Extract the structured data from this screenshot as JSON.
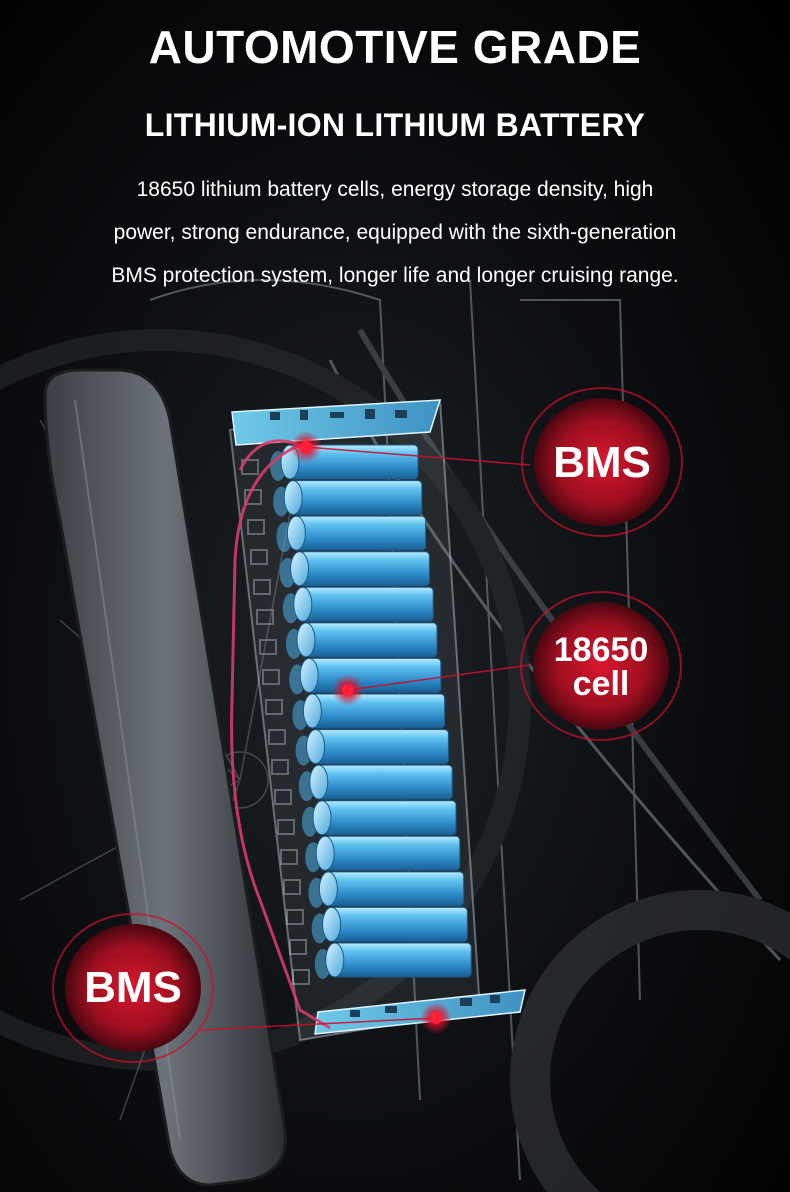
{
  "header": {
    "title": "AUTOMOTIVE GRADE",
    "subtitle": "LITHIUM-ION LITHIUM BATTERY",
    "description_lines": [
      "18650 lithium battery cells, energy storage density, high",
      "power, strong endurance, equipped with the sixth-generation",
      "BMS protection system, longer life and longer cruising range."
    ]
  },
  "callouts": {
    "bms_top": "BMS",
    "cell_line1": "18650",
    "cell_line2": "cell",
    "bms_bottom": "BMS"
  },
  "colors": {
    "background": "#000000",
    "text": "#ffffff",
    "accent_red": "#c8102e",
    "cell_blue": "#3aa0d8",
    "frame_gray": "#5a6068"
  }
}
